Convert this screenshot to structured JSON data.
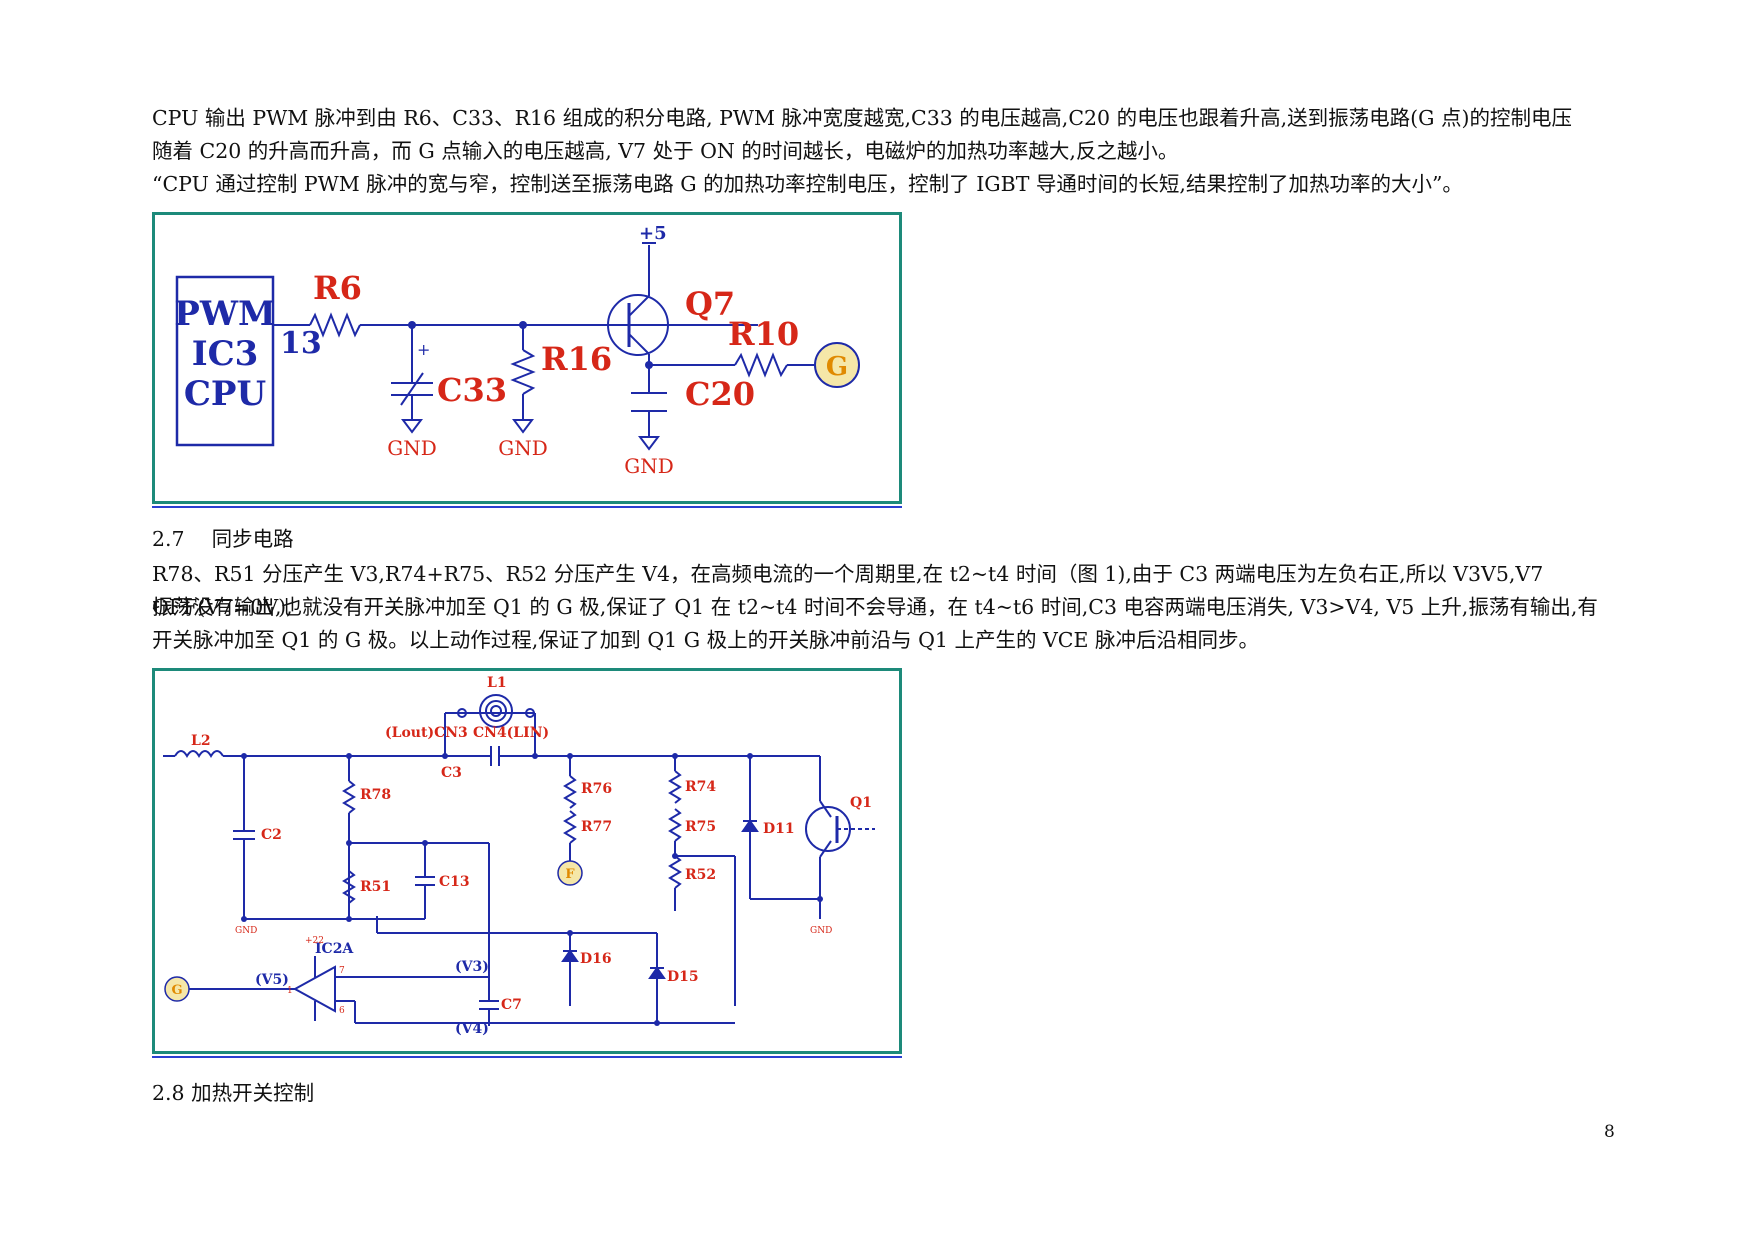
{
  "page": {
    "para1_line1": "CPU 输出 PWM 脉冲到由 R6、C33、R16 组成的积分电路, PWM 脉冲宽度越宽,C33 的电压越高,C20 的电压也跟着升高,送到振荡电路(G 点)的控制电压",
    "para1_line2": "随着 C20 的升高而升高，而 G 点输入的电压越高, V7 处于 ON 的时间越长，电磁炉的加热功率越大,反之越小。",
    "quote": "“CPU 通过控制 PWM 脉冲的宽与窄，控制送至振荡电路 G 的加热功率控制电压，控制了 IGBT 导通时间的长短,结果控制了加热功率的大小”。",
    "section_27": "2.7　 同步电路",
    "para2_line1": "R78、R51 分压产生 V3,R74+R75、R52 分压产生 V4，在高频电流的一个周期里,在 t2~t4 时间（图 1),由于 C3 两端电压为左负右正,所以 V3V5,V7 OFF(V7=0V),",
    "para2_line2": "振荡没有输出,也就没有开关脉冲加至 Q1 的 G 极,保证了 Q1 在 t2~t4 时间不会导通，在 t4~t6 时间,C3 电容两端电压消失, V3>V4, V5 上升,振荡有输出,有",
    "para2_line3": "开关脉冲加至 Q1 的 G 极。以上动作过程,保证了加到 Q1 G 极上的开关脉冲前沿与 Q1 上产生的 VCE 脉冲后沿相同步。",
    "section_28": "2.8  加热开关控制",
    "page_number": "8"
  },
  "figure1": {
    "labels": {
      "block_pwm": "PWM",
      "block_ic3": "IC3",
      "block_cpu": "CPU",
      "pin": "13",
      "r6": "R6",
      "c33": "C33",
      "r16": "R16",
      "q7": "Q7",
      "vcc": "+5",
      "r10": "R10",
      "c20": "C20",
      "g": "G",
      "gnd1": "GND",
      "gnd2": "GND",
      "gnd3": "GND"
    }
  },
  "figure2": {
    "labels": {
      "l1": "L1",
      "l2": "L2",
      "cn3": "(Lout)CN3",
      "cn4": "CN4(LIN)",
      "c3": "C3",
      "c2": "C2",
      "r78": "R78",
      "r51": "R51",
      "c13": "C13",
      "r76": "R76",
      "r77": "R77",
      "f": "F",
      "r74": "R74",
      "r75": "R75",
      "r52": "R52",
      "d11": "D11",
      "q1": "Q1",
      "gnd_a": "GND",
      "gnd_b": "GND",
      "p22": "+22",
      "ic2a": "IC2A",
      "d16": "D16",
      "d15": "D15",
      "v5": "(V5)",
      "v3": "(V3)",
      "v4": "(V4)",
      "c7": "C7",
      "g": "G",
      "pin1": "1",
      "pin7": "7",
      "pin6": "6"
    }
  },
  "colors": {
    "frame": "#1d8a7a",
    "rule": "#2b3fd1",
    "wire": "#1e2aa8",
    "label_red": "#d62718",
    "ic_text": "#1e2aa8",
    "g_fill": "#f5e7a8",
    "g_text": "#e08a00"
  }
}
